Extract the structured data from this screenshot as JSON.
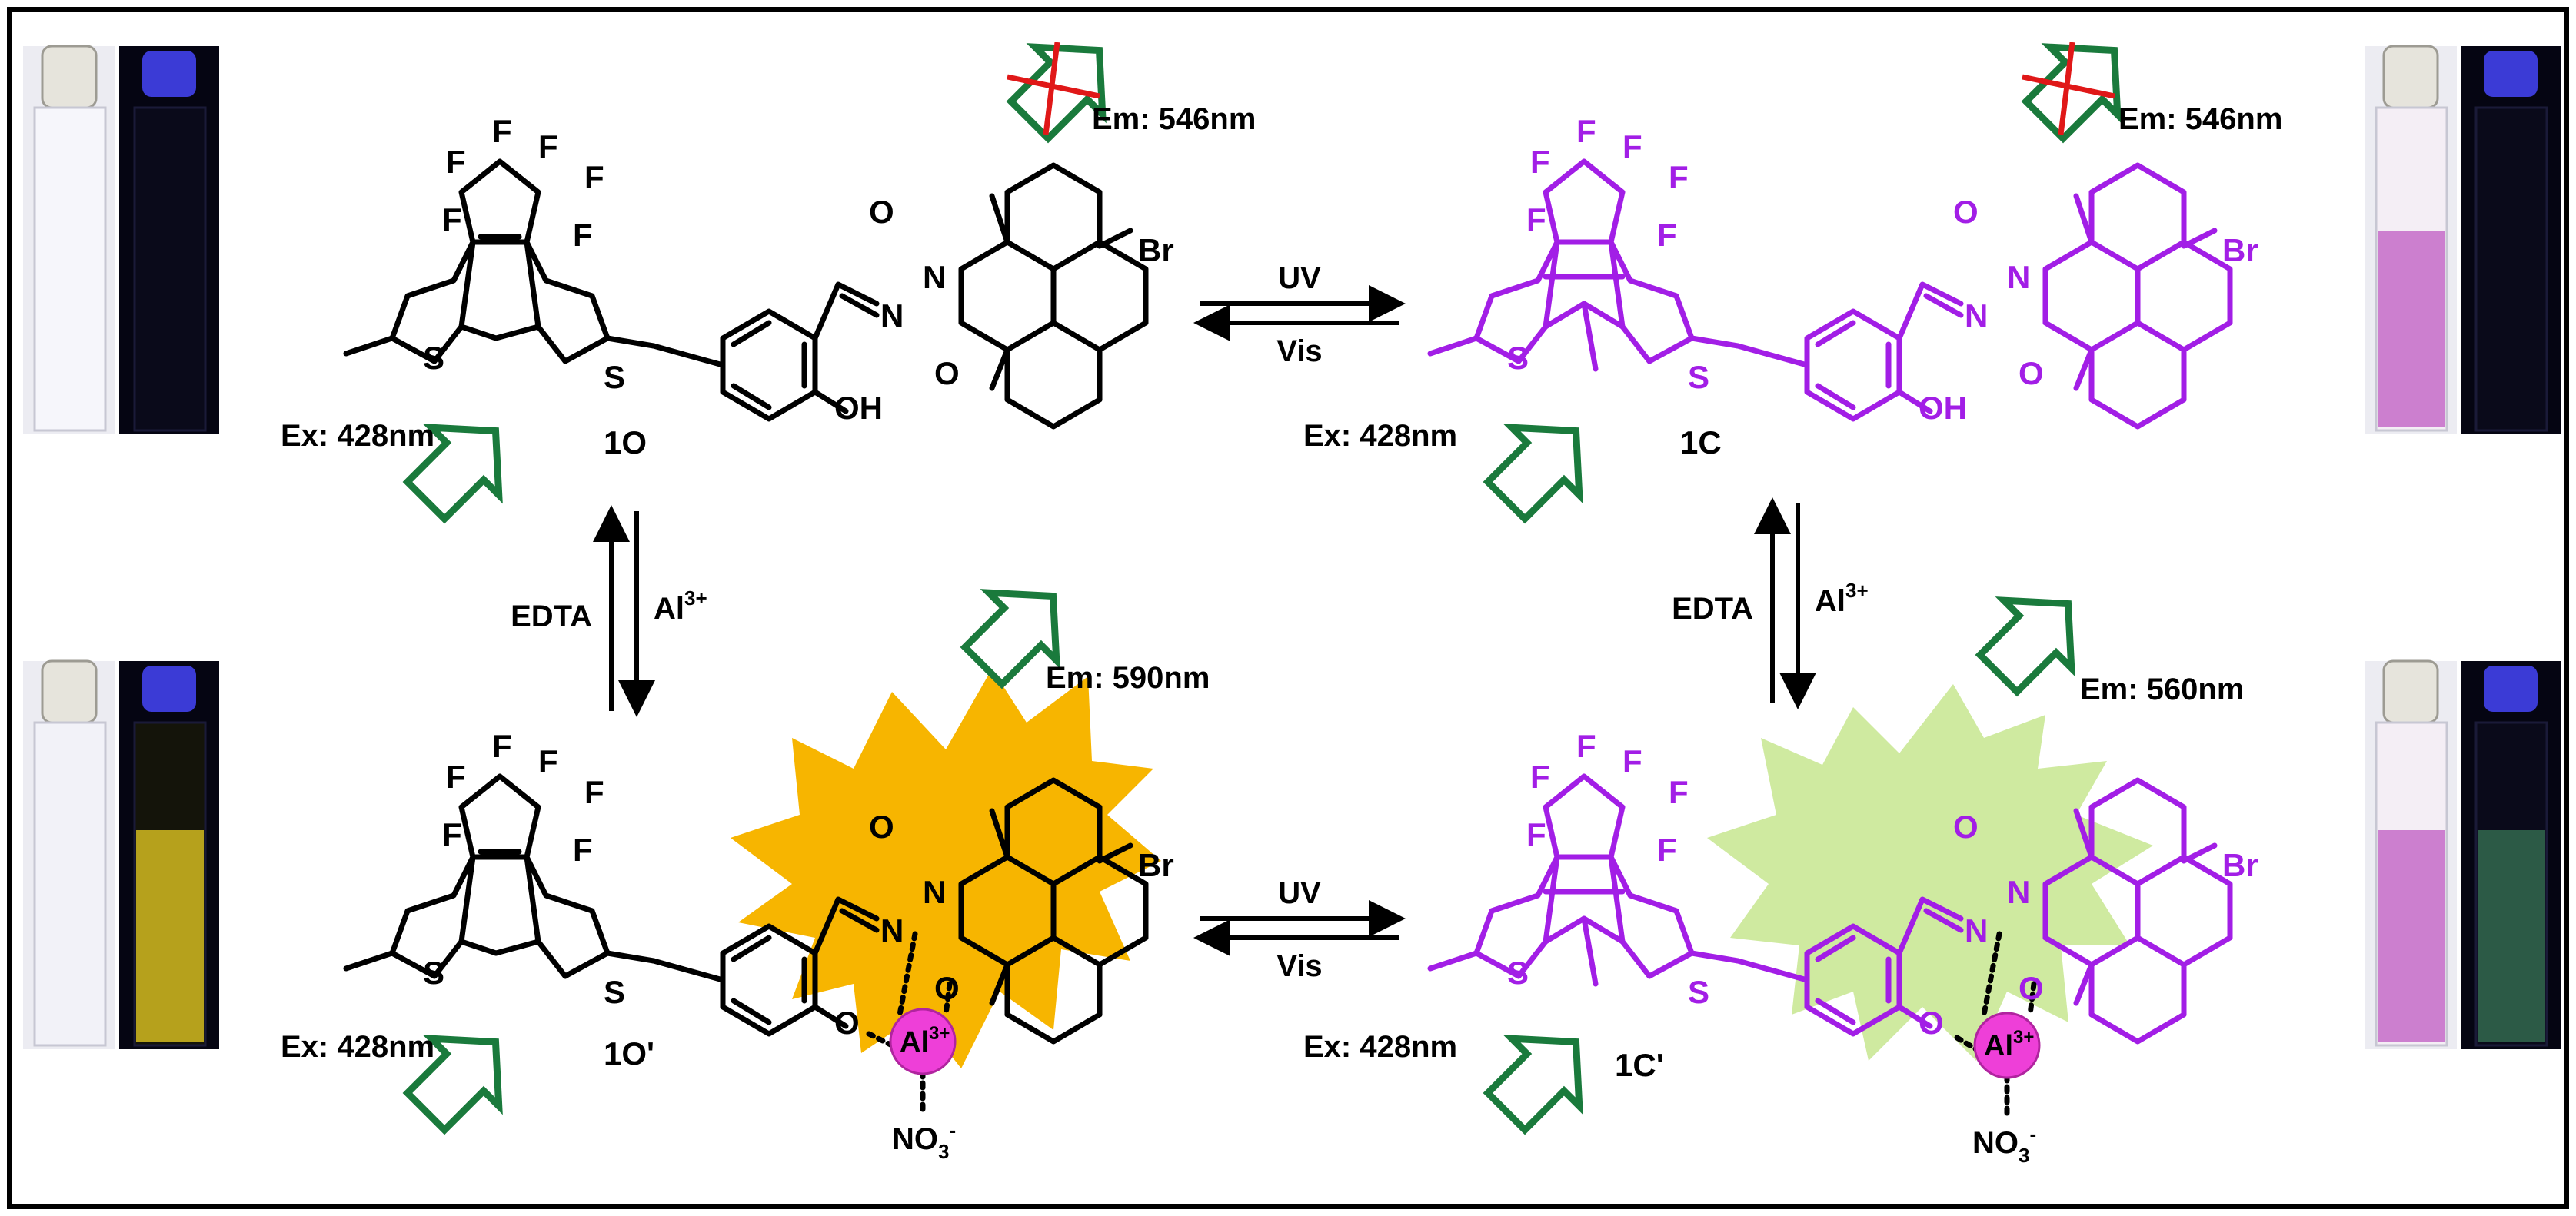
{
  "colors": {
    "ink": "#000000",
    "closed_form": "#a21ee6",
    "arrow_green": "#1a7a3c",
    "cross_red": "#e01818",
    "burst_yellow": "#f7b500",
    "burst_green": "#cfeaa0",
    "al_ion": "#ee3fd8",
    "uv_lamp": "#1a1ad0",
    "yellow_fluor": "#b6a11c",
    "green_fluor": "#2c5a46",
    "magenta_solution": "#cc7fcf"
  },
  "icons": {
    "excitation": "hollow-arrow-icon",
    "emission": "hollow-arrow-icon",
    "quenched": "red-cross-icon",
    "cuvette": "cuvette-icon"
  },
  "compounds": {
    "open": {
      "id": "1O",
      "ex": "Ex: 428nm",
      "em": "Em: 546nm"
    },
    "closed": {
      "id": "1C",
      "ex": "Ex: 428nm",
      "em": "Em: 546nm"
    },
    "open_al": {
      "id": "1O'",
      "ex": "Ex: 428nm",
      "em": "Em: 590nm"
    },
    "closed_al": {
      "id": "1C'",
      "ex": "Ex: 428nm",
      "em": "Em: 560nm"
    }
  },
  "reactions": {
    "top": {
      "forward": "UV",
      "back": "Vis"
    },
    "bottom": {
      "forward": "UV",
      "back": "Vis"
    },
    "left": {
      "up": "EDTA",
      "down": "Al",
      "down_sup": "3+"
    },
    "right": {
      "up": "EDTA",
      "down": "Al",
      "down_sup": "3+"
    }
  },
  "atoms": {
    "F": "F",
    "S": "S",
    "O": "O",
    "N": "N",
    "Br": "Br",
    "OH": "OH",
    "Al": "Al",
    "Al_sup": "3+",
    "NO3": "NO",
    "NO3_sub": "3",
    "NO3_sup": "-"
  }
}
